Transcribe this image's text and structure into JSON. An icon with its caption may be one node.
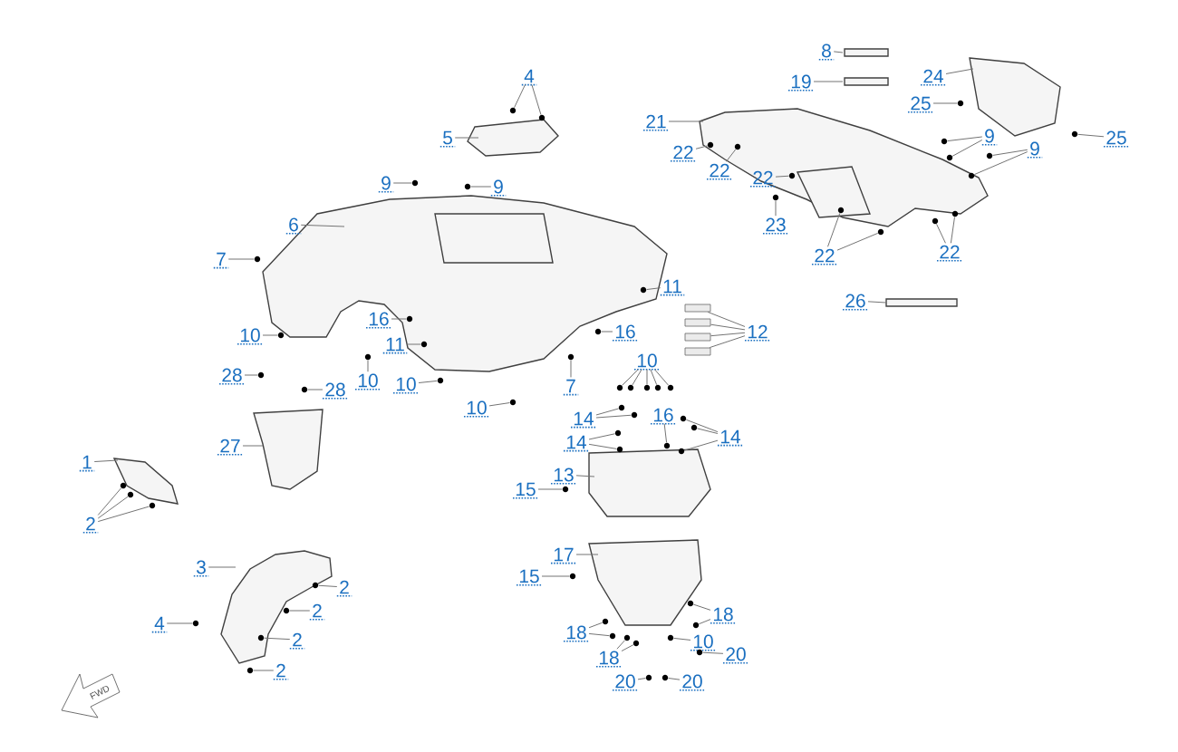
{
  "diagram": {
    "nodes": [
      {
        "text": [
          "4"
        ]
      },
      {
        "text": [
          "5"
        ]
      },
      {
        "text": [
          "9"
        ]
      },
      {
        "text": [
          "9"
        ]
      },
      {
        "text": [
          "6"
        ]
      },
      {
        "text": [
          "7"
        ]
      },
      {
        "text": [
          "16"
        ]
      },
      {
        "text": [
          "11"
        ]
      },
      {
        "text": [
          "10"
        ]
      },
      {
        "text": [
          "10"
        ]
      },
      {
        "text": [
          "10"
        ]
      },
      {
        "text": [
          "10"
        ]
      },
      {
        "text": [
          "7"
        ]
      },
      {
        "text": [
          "16"
        ]
      },
      {
        "text": [
          "11"
        ]
      },
      {
        "text": [
          "12"
        ]
      },
      {
        "text": [
          "28"
        ]
      },
      {
        "text": [
          "28"
        ]
      },
      {
        "text": [
          "27"
        ]
      },
      {
        "text": [
          "1"
        ]
      },
      {
        "text": [
          "2"
        ]
      },
      {
        "text": [
          "3"
        ]
      },
      {
        "text": [
          "2"
        ]
      },
      {
        "text": [
          "2"
        ]
      },
      {
        "text": [
          "4"
        ]
      },
      {
        "text": [
          "2"
        ]
      },
      {
        "text": [
          "2"
        ]
      },
      {
        "text": [
          "10"
        ]
      },
      {
        "text": [
          "14"
        ]
      },
      {
        "text": [
          "16"
        ]
      },
      {
        "text": [
          "14"
        ]
      },
      {
        "text": [
          "14"
        ]
      },
      {
        "text": [
          "13"
        ]
      },
      {
        "text": [
          "15"
        ]
      },
      {
        "text": [
          "17"
        ]
      },
      {
        "text": [
          "15"
        ]
      },
      {
        "text": [
          "18"
        ]
      },
      {
        "text": [
          "18"
        ]
      },
      {
        "text": [
          "18"
        ]
      },
      {
        "text": [
          "10"
        ]
      },
      {
        "text": [
          "20"
        ]
      },
      {
        "text": [
          "20"
        ]
      },
      {
        "text": [
          "20"
        ]
      },
      {
        "text": [
          "8"
        ]
      },
      {
        "text": [
          "19"
        ]
      },
      {
        "text": [
          "24"
        ]
      },
      {
        "text": [
          "25"
        ]
      },
      {
        "text": [
          "25"
        ]
      },
      {
        "text": [
          "21"
        ]
      },
      {
        "text": [
          "22"
        ]
      },
      {
        "text": [
          "22"
        ]
      },
      {
        "text": [
          "9"
        ]
      },
      {
        "text": [
          "9"
        ]
      },
      {
        "text": [
          "22"
        ]
      },
      {
        "text": [
          "23"
        ]
      },
      {
        "text": [
          "22"
        ]
      },
      {
        "text": [
          "22"
        ]
      },
      {
        "text": [
          "26"
        ]
      },
      {
        "text": [],
        "shape": "circle"
      },
      {
        "text": [],
        "shape": "circle"
      },
      {
        "text": [],
        "shape": "circle"
      },
      {
        "text": [],
        "shape": "circle"
      },
      {
        "text": [],
        "shape": "circle"
      },
      {
        "text": [],
        "shape": "circle"
      },
      {
        "text": [],
        "shape": "circle"
      },
      {
        "text": [],
        "shape": "circle"
      },
      {
        "text": [],
        "shape": "circle"
      },
      {
        "text": [],
        "shape": "circle"
      },
      {
        "text": [],
        "shape": "circle"
      },
      {
        "text": [],
        "shape": "circle"
      },
      {
        "text": [],
        "shape": "circle"
      },
      {
        "text": [],
        "shape": "circle"
      },
      {
        "text": [],
        "shape": "box"
      },
      {
        "text": [],
        "shape": "box"
      },
      {
        "text": [],
        "shape": "box"
      },
      {
        "text": [],
        "shape": "box"
      },
      {
        "text": [],
        "shape": "circle"
      },
      {
        "text": [],
        "shape": "circle"
      },
      {
        "text": [],
        "shape": "circle"
      },
      {
        "text": [],
        "shape": "circle"
      },
      {
        "text": [],
        "shape": "circle"
      },
      {
        "text": [],
        "shape": "circle"
      },
      {
        "text": [],
        "shape": "circle"
      },
      {
        "text": [],
        "shape": "circle"
      },
      {
        "text": [],
        "shape": "circle"
      },
      {
        "text": [],
        "shape": "circle"
      },
      {
        "text": [],
        "shape": "circle"
      },
      {
        "text": [],
        "shape": "circle"
      },
      {
        "text": [],
        "shape": "circle"
      },
      {
        "text": [],
        "shape": "circle"
      },
      {
        "text": [],
        "shape": "circle"
      },
      {
        "text": [],
        "shape": "circle"
      },
      {
        "text": [],
        "shape": "circle"
      },
      {
        "text": [],
        "shape": "circle"
      },
      {
        "text": [],
        "shape": "circle"
      },
      {
        "text": [],
        "shape": "circle"
      },
      {
        "text": [],
        "shape": "circle"
      },
      {
        "text": [],
        "shape": "circle"
      },
      {
        "text": [],
        "shape": "circle"
      },
      {
        "text": [],
        "shape": "circle"
      },
      {
        "text": [],
        "shape": "circle"
      },
      {
        "text": [],
        "shape": "circle"
      },
      {
        "text": [],
        "shape": "circle"
      },
      {
        "text": [],
        "shape": "circle"
      },
      {
        "text": [],
        "shape": "circle"
      },
      {
        "text": [],
        "shape": "circle"
      },
      {
        "text": [],
        "shape": "circle"
      },
      {
        "text": [],
        "shape": "circle"
      },
      {
        "text": [],
        "shape": "circle"
      },
      {
        "text": [],
        "shape": "circle"
      },
      {
        "text": [],
        "shape": "circle"
      },
      {
        "text": [],
        "shape": "circle"
      },
      {
        "text": [],
        "shape": "circle"
      },
      {
        "text": [],
        "shape": "circle"
      },
      {
        "text": [],
        "shape": "circle"
      },
      {
        "text": [],
        "shape": "circle"
      },
      {
        "text": [],
        "shape": "circle"
      },
      {
        "text": [],
        "shape": "circle"
      },
      {
        "text": [],
        "shape": "circle"
      },
      {
        "text": [],
        "shape": "circle"
      },
      {
        "text": [],
        "shape": "circle"
      },
      {
        "text": [],
        "shape": "circle"
      },
      {
        "text": [],
        "shape": "circle"
      },
      {
        "text": [],
        "shape": "circle"
      },
      {
        "text": [],
        "shape": "circle"
      }
    ],
    "edges": [
      {
        "from": 0,
        "to": 58,
        "arrow": "none"
      },
      {
        "from": 0,
        "to": 59,
        "arrow": "none"
      },
      {
        "from": 1,
        "to": null,
        "arrow": "none"
      },
      {
        "from": 2,
        "to": 60,
        "arrow": "none"
      },
      {
        "from": 3,
        "to": 61,
        "arrow": "none"
      },
      {
        "from": 4,
        "to": null,
        "arrow": "none"
      },
      {
        "from": 5,
        "to": 62,
        "arrow": "none"
      },
      {
        "from": 6,
        "to": 63,
        "arrow": "none"
      },
      {
        "from": 7,
        "to": 64,
        "arrow": "none"
      },
      {
        "from": 8,
        "to": 65,
        "arrow": "none"
      },
      {
        "from": 9,
        "to": 66,
        "arrow": "none"
      },
      {
        "from": 10,
        "to": 67,
        "arrow": "none"
      },
      {
        "from": 11,
        "to": 68,
        "arrow": "none"
      },
      {
        "from": 12,
        "to": 69,
        "arrow": "none"
      },
      {
        "from": 13,
        "to": 70,
        "arrow": "none"
      },
      {
        "from": 14,
        "to": 71,
        "arrow": "none"
      },
      {
        "from": 15,
        "to": 72,
        "arrow": "none"
      },
      {
        "from": 15,
        "to": 73,
        "arrow": "none"
      },
      {
        "from": 15,
        "to": 74,
        "arrow": "none"
      },
      {
        "from": 15,
        "to": 75,
        "arrow": "none"
      },
      {
        "from": 16,
        "to": 76,
        "arrow": "none"
      },
      {
        "from": 17,
        "to": 77,
        "arrow": "none"
      },
      {
        "from": 18,
        "to": null,
        "arrow": "none"
      },
      {
        "from": 19,
        "to": null,
        "arrow": "none"
      },
      {
        "from": 20,
        "to": 78,
        "arrow": "none"
      },
      {
        "from": 20,
        "to": 79,
        "arrow": "none"
      },
      {
        "from": 20,
        "to": 80,
        "arrow": "none"
      },
      {
        "from": 21,
        "to": null,
        "arrow": "none"
      },
      {
        "from": 22,
        "to": 81,
        "arrow": "none"
      },
      {
        "from": 23,
        "to": 82,
        "arrow": "none"
      },
      {
        "from": 24,
        "to": 83,
        "arrow": "none"
      },
      {
        "from": 25,
        "to": 84,
        "arrow": "none"
      },
      {
        "from": 26,
        "to": 85,
        "arrow": "none"
      },
      {
        "from": 27,
        "to": 86,
        "arrow": "none"
      },
      {
        "from": 27,
        "to": 87,
        "arrow": "none"
      },
      {
        "from": 27,
        "to": 88,
        "arrow": "none"
      },
      {
        "from": 27,
        "to": 89,
        "arrow": "none"
      },
      {
        "from": 27,
        "to": 90,
        "arrow": "none"
      },
      {
        "from": 28,
        "to": 91,
        "arrow": "none"
      },
      {
        "from": 28,
        "to": 92,
        "arrow": "none"
      },
      {
        "from": 29,
        "to": 93,
        "arrow": "none"
      },
      {
        "from": 30,
        "to": 94,
        "arrow": "none"
      },
      {
        "from": 30,
        "to": 95,
        "arrow": "none"
      },
      {
        "from": 31,
        "to": 96,
        "arrow": "none"
      },
      {
        "from": 31,
        "to": 97,
        "arrow": "none"
      },
      {
        "from": 31,
        "to": 98,
        "arrow": "none"
      },
      {
        "from": 32,
        "to": null,
        "arrow": "none"
      },
      {
        "from": 33,
        "to": 99,
        "arrow": "none"
      },
      {
        "from": 34,
        "to": null,
        "arrow": "none"
      },
      {
        "from": 35,
        "to": 100,
        "arrow": "none"
      },
      {
        "from": 36,
        "to": 101,
        "arrow": "none"
      },
      {
        "from": 36,
        "to": 102,
        "arrow": "none"
      },
      {
        "from": 37,
        "to": 103,
        "arrow": "none"
      },
      {
        "from": 37,
        "to": 104,
        "arrow": "none"
      },
      {
        "from": 38,
        "to": 105,
        "arrow": "none"
      },
      {
        "from": 38,
        "to": 106,
        "arrow": "none"
      },
      {
        "from": 39,
        "to": 107,
        "arrow": "none"
      },
      {
        "from": 40,
        "to": 108,
        "arrow": "none"
      },
      {
        "from": 41,
        "to": 109,
        "arrow": "none"
      },
      {
        "from": 42,
        "to": 110,
        "arrow": "none"
      },
      {
        "from": 43,
        "to": null,
        "arrow": "none"
      },
      {
        "from": 44,
        "to": null,
        "arrow": "none"
      },
      {
        "from": 45,
        "to": null,
        "arrow": "none"
      },
      {
        "from": 46,
        "to": 111,
        "arrow": "none"
      },
      {
        "from": 47,
        "to": 112,
        "arrow": "none"
      },
      {
        "from": 48,
        "to": null,
        "arrow": "none"
      },
      {
        "from": 49,
        "to": 113,
        "arrow": "none"
      },
      {
        "from": 50,
        "to": 114,
        "arrow": "none"
      },
      {
        "from": 51,
        "to": 115,
        "arrow": "none"
      },
      {
        "from": 51,
        "to": 116,
        "arrow": "none"
      },
      {
        "from": 52,
        "to": 117,
        "arrow": "none"
      },
      {
        "from": 52,
        "to": 118,
        "arrow": "none"
      },
      {
        "from": 53,
        "to": 119,
        "arrow": "none"
      },
      {
        "from": 54,
        "to": 120,
        "arrow": "none"
      },
      {
        "from": 55,
        "to": 121,
        "arrow": "none"
      },
      {
        "from": 55,
        "to": 122,
        "arrow": "none"
      },
      {
        "from": 56,
        "to": 123,
        "arrow": "none"
      },
      {
        "from": 56,
        "to": 124,
        "arrow": "none"
      },
      {
        "from": 57,
        "to": null,
        "arrow": "none"
      }
    ],
    "labels": [
      "FWD"
    ]
  }
}
